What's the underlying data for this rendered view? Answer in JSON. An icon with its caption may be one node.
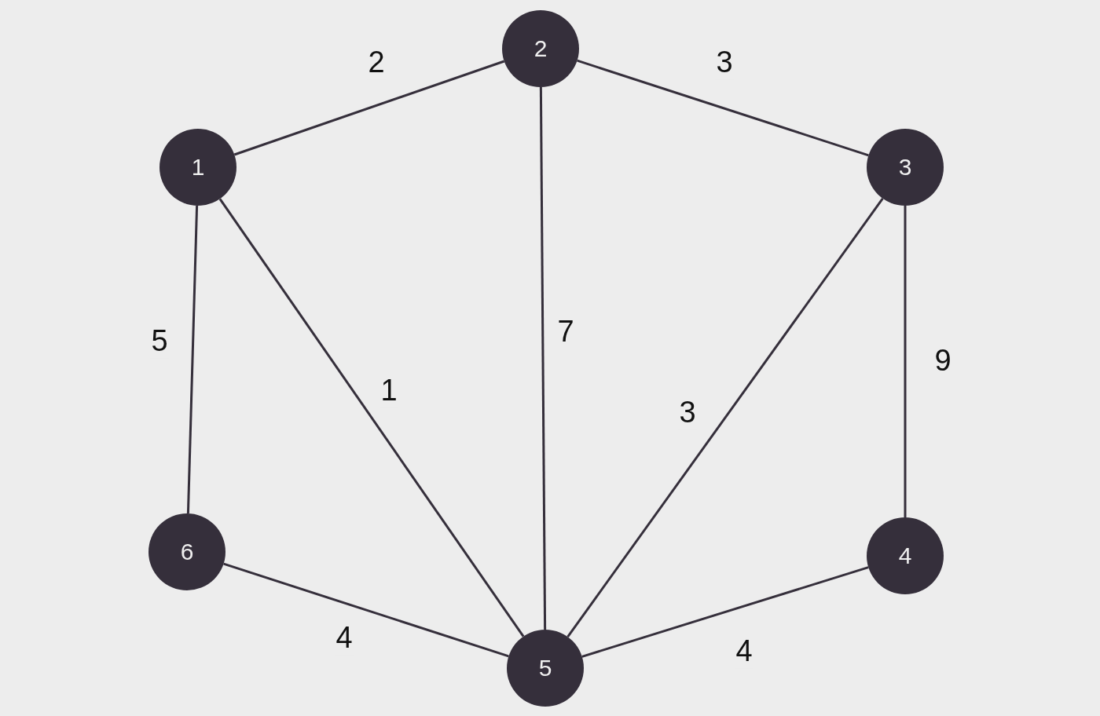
{
  "diagram": {
    "nodes": [
      {
        "text": [
          "1"
        ]
      },
      {
        "text": [
          "2"
        ]
      },
      {
        "text": [
          "3"
        ]
      },
      {
        "text": [
          "4"
        ]
      },
      {
        "text": [
          "5"
        ]
      },
      {
        "text": [
          "6"
        ]
      }
    ],
    "edges": [
      {
        "from": 0,
        "to": 1,
        "arrow": "none",
        "label": "2"
      },
      {
        "from": 1,
        "to": 2,
        "arrow": "none",
        "label": "3"
      },
      {
        "from": 0,
        "to": 5,
        "arrow": "none",
        "label": "5"
      },
      {
        "from": 0,
        "to": 4,
        "arrow": "none",
        "label": "1"
      },
      {
        "from": 1,
        "to": 4,
        "arrow": "none",
        "label": "7"
      },
      {
        "from": 2,
        "to": 4,
        "arrow": "none",
        "label": "3"
      },
      {
        "from": 2,
        "to": 3,
        "arrow": "none",
        "label": "9"
      },
      {
        "from": 5,
        "to": 4,
        "arrow": "none",
        "label": "4"
      },
      {
        "from": 4,
        "to": 3,
        "arrow": "none",
        "label": "4"
      }
    ]
  }
}
